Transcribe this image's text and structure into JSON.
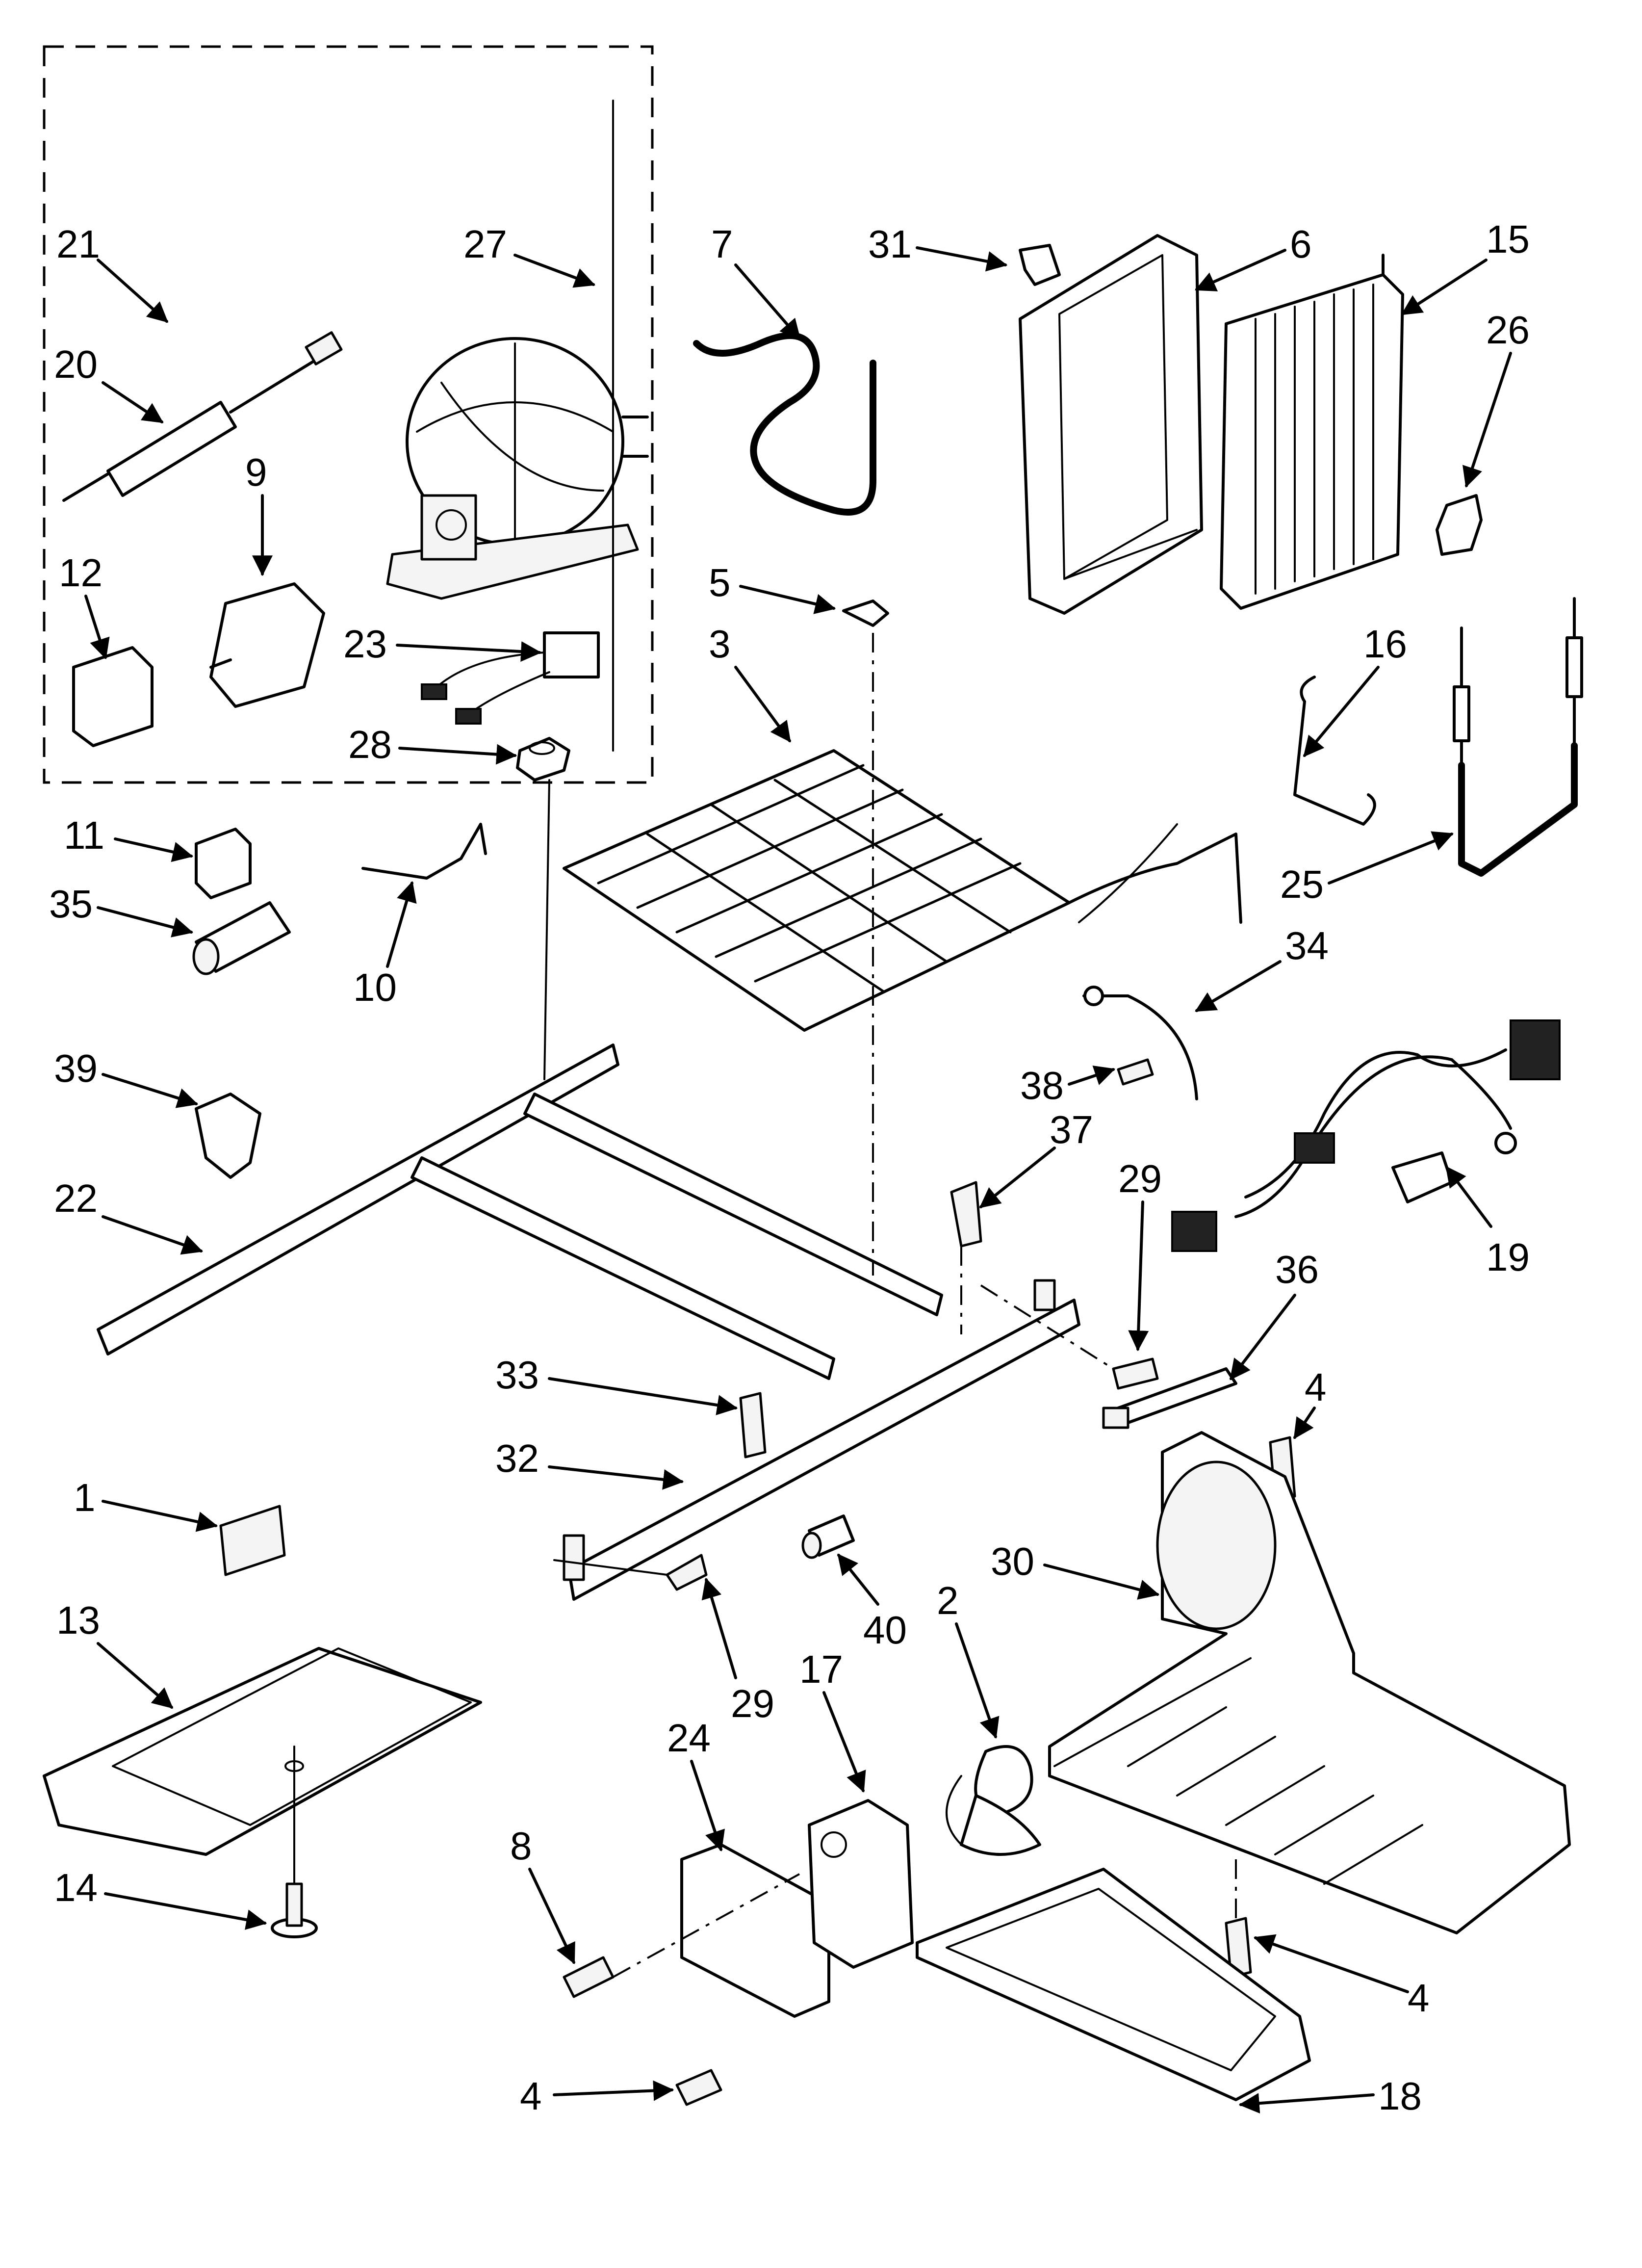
{
  "diagram": {
    "callouts": [
      {
        "id": "21",
        "text": "21"
      },
      {
        "id": "27",
        "text": "27"
      },
      {
        "id": "7",
        "text": "7"
      },
      {
        "id": "31",
        "text": "31"
      },
      {
        "id": "6",
        "text": "6"
      },
      {
        "id": "15",
        "text": "15"
      },
      {
        "id": "20",
        "text": "20"
      },
      {
        "id": "9",
        "text": "9"
      },
      {
        "id": "26",
        "text": "26"
      },
      {
        "id": "12",
        "text": "12"
      },
      {
        "id": "5",
        "text": "5"
      },
      {
        "id": "23",
        "text": "23"
      },
      {
        "id": "3",
        "text": "3"
      },
      {
        "id": "16",
        "text": "16"
      },
      {
        "id": "28",
        "text": "28"
      },
      {
        "id": "11",
        "text": "11"
      },
      {
        "id": "25",
        "text": "25"
      },
      {
        "id": "35",
        "text": "35"
      },
      {
        "id": "34",
        "text": "34"
      },
      {
        "id": "10",
        "text": "10"
      },
      {
        "id": "39",
        "text": "39"
      },
      {
        "id": "38",
        "text": "38"
      },
      {
        "id": "37",
        "text": "37"
      },
      {
        "id": "29a",
        "text": "29"
      },
      {
        "id": "22",
        "text": "22"
      },
      {
        "id": "19",
        "text": "19"
      },
      {
        "id": "36",
        "text": "36"
      },
      {
        "id": "33",
        "text": "33"
      },
      {
        "id": "4a",
        "text": "4"
      },
      {
        "id": "32",
        "text": "32"
      },
      {
        "id": "1",
        "text": "1"
      },
      {
        "id": "30",
        "text": "30"
      },
      {
        "id": "40",
        "text": "40"
      },
      {
        "id": "2",
        "text": "2"
      },
      {
        "id": "13",
        "text": "13"
      },
      {
        "id": "17",
        "text": "17"
      },
      {
        "id": "29b",
        "text": "29"
      },
      {
        "id": "24",
        "text": "24"
      },
      {
        "id": "8",
        "text": "8"
      },
      {
        "id": "14",
        "text": "14"
      },
      {
        "id": "4b",
        "text": "4"
      },
      {
        "id": "4c",
        "text": "4"
      },
      {
        "id": "18",
        "text": "18"
      }
    ]
  }
}
